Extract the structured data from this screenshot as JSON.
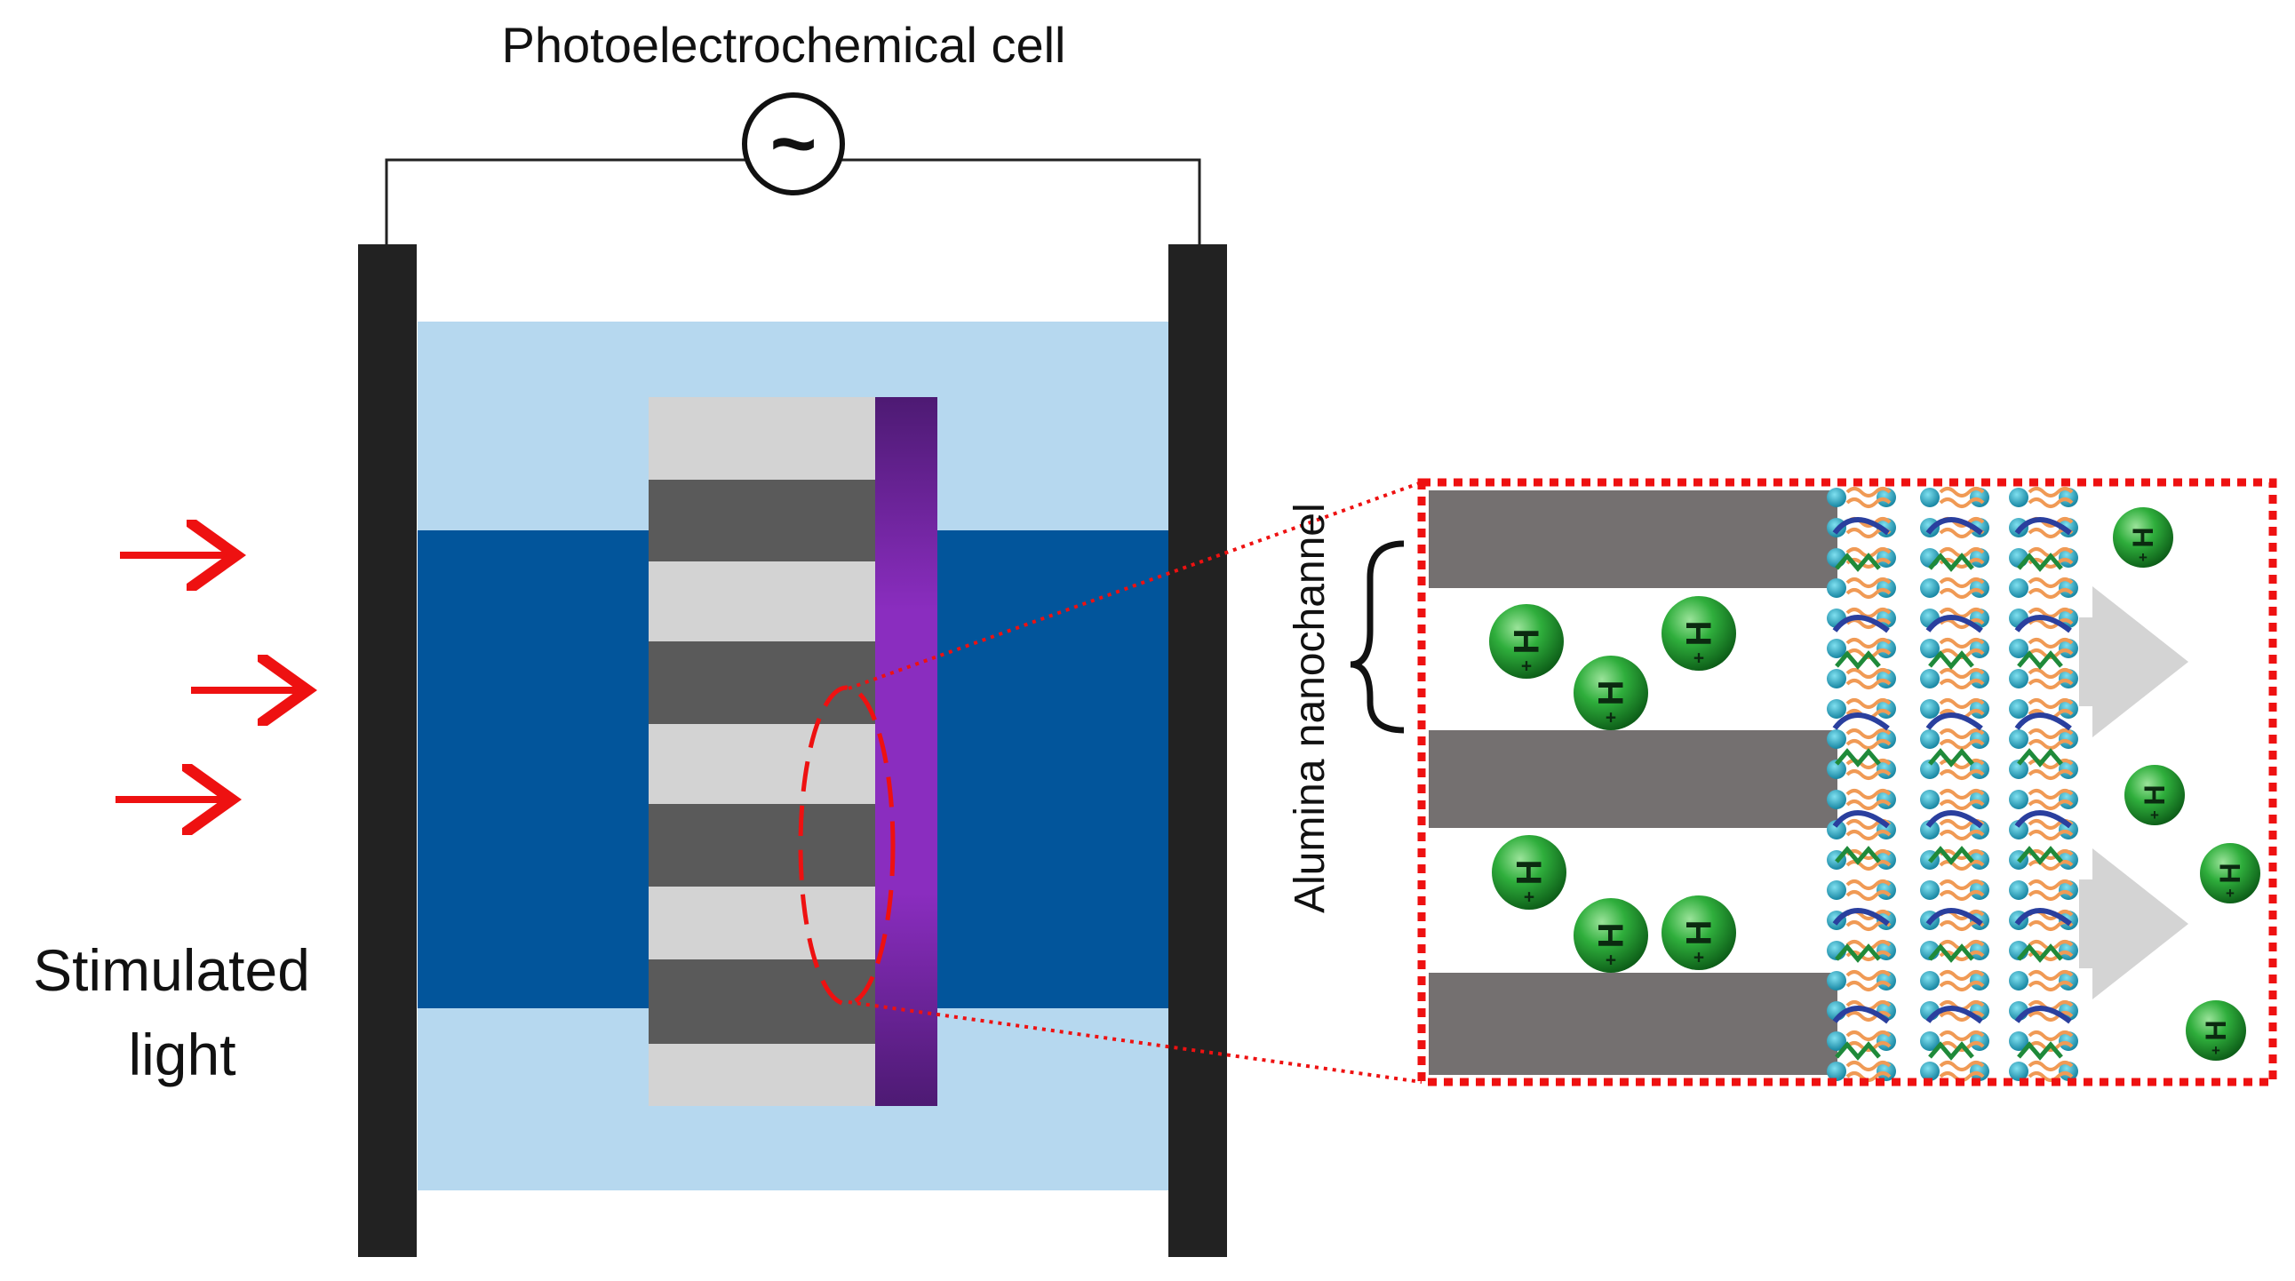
{
  "title": "Photoelectrochemical cell",
  "source_symbol": "~",
  "stimulus_label_line1": "Stimulated",
  "stimulus_label_line2": "light",
  "nanochannel_label": "Alumina nanochannel",
  "proton_symbol": "H",
  "proton_charge": "+",
  "colors": {
    "electrode": "#222222",
    "electrolyte_light": "#b6d8ef",
    "electrolyte_dark": "#02559b",
    "membrane_light": "#d3d3d3",
    "membrane_dark": "#5a5a5a",
    "purple_layer": "#8a2dbf",
    "arrow_red": "#ee1111",
    "zoom_border": "#ee1111",
    "alumina_wall": "#747070",
    "proton_green": "#1d9a2c",
    "flow_arrow": "#d0d0d0",
    "lipid_orange": "#f09a55",
    "lipid_head": "#1aa7c7"
  }
}
